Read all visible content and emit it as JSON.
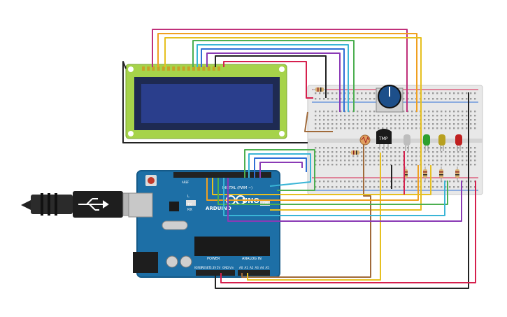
{
  "arduino": {
    "brand": "ARDUINO",
    "model": "UNO",
    "digital_label": "DIGITAL (PWM ~)",
    "power_label": "POWER",
    "analog_label": "ANALOG IN",
    "tx_label": "TX",
    "rx_label": "RX",
    "on_label": "ON",
    "l_label": "L",
    "ioref_label": "IOREF",
    "reset_label": "RESET",
    "v33_label": "3.3V",
    "v5_label": "5V",
    "gnd_label": "GND",
    "vin_label": "Vin",
    "aref_label": "AREF",
    "analog_pins": [
      "A0",
      "A1",
      "A2",
      "A3",
      "A4",
      "A5"
    ]
  },
  "sensor": {
    "label": "TMP"
  },
  "colors": {
    "board": "#1d6fa6",
    "board_dark": "#155a88",
    "lcd_frame": "#a6d34a",
    "lcd_screen": "#2a3e8c",
    "breadboard": "#e8e8e8",
    "wire_red": "#d6204d",
    "wire_black": "#222222",
    "wire_yellow": "#e6c020",
    "wire_orange": "#f0a020",
    "wire_green": "#4caf50",
    "wire_cyan": "#3ab5d6",
    "wire_blue": "#2f6fd6",
    "wire_purple": "#8a3ab5",
    "wire_magenta": "#c0307a",
    "wire_brown": "#a06a3a",
    "led_white": "#bdbdbd",
    "led_green": "#2ea02e",
    "led_yellow": "#b8a020",
    "led_red": "#c02020"
  },
  "icons": [
    "usb-cable-icon",
    "usb-symbol-icon",
    "potentiometer-icon",
    "photoresistor-icon"
  ]
}
